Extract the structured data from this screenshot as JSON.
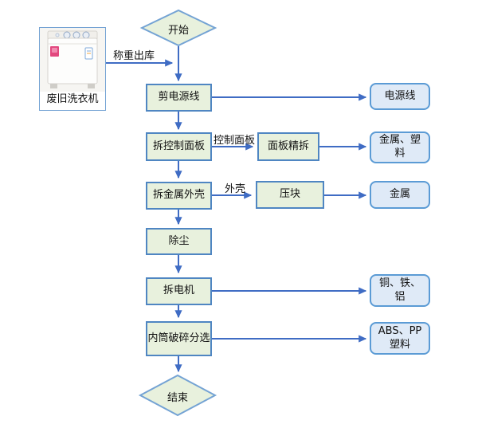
{
  "nodes": {
    "start": "开始",
    "machine": "废旧洗衣机",
    "cut_cord": "剪电源线",
    "remove_panel": "拆控制面板",
    "panel_fine": "面板精拆",
    "remove_shell": "拆金属外壳",
    "press": "压块",
    "dust": "除尘",
    "motor": "拆电机",
    "drum": "内筒破碎分选",
    "end": "结束"
  },
  "outputs": {
    "cord": "电源线",
    "metal_plastic": "金属、塑料",
    "metal": "金属",
    "cu_fe_al": "铜、铁、铝",
    "abs_pp": "ABS、PP 塑料"
  },
  "edge_labels": {
    "weigh_out": "称重出库",
    "control_panel": "控制面板",
    "shell": "外壳"
  },
  "colors": {
    "process_fill": "#e8f1dd",
    "process_border": "#4f86c2",
    "terminal_fill": "#e8f1dd",
    "terminal_border": "#74a3d4",
    "output_fill": "#dfeaf7",
    "output_border": "#5b9bd5",
    "arrow": "#3f6cc4"
  }
}
